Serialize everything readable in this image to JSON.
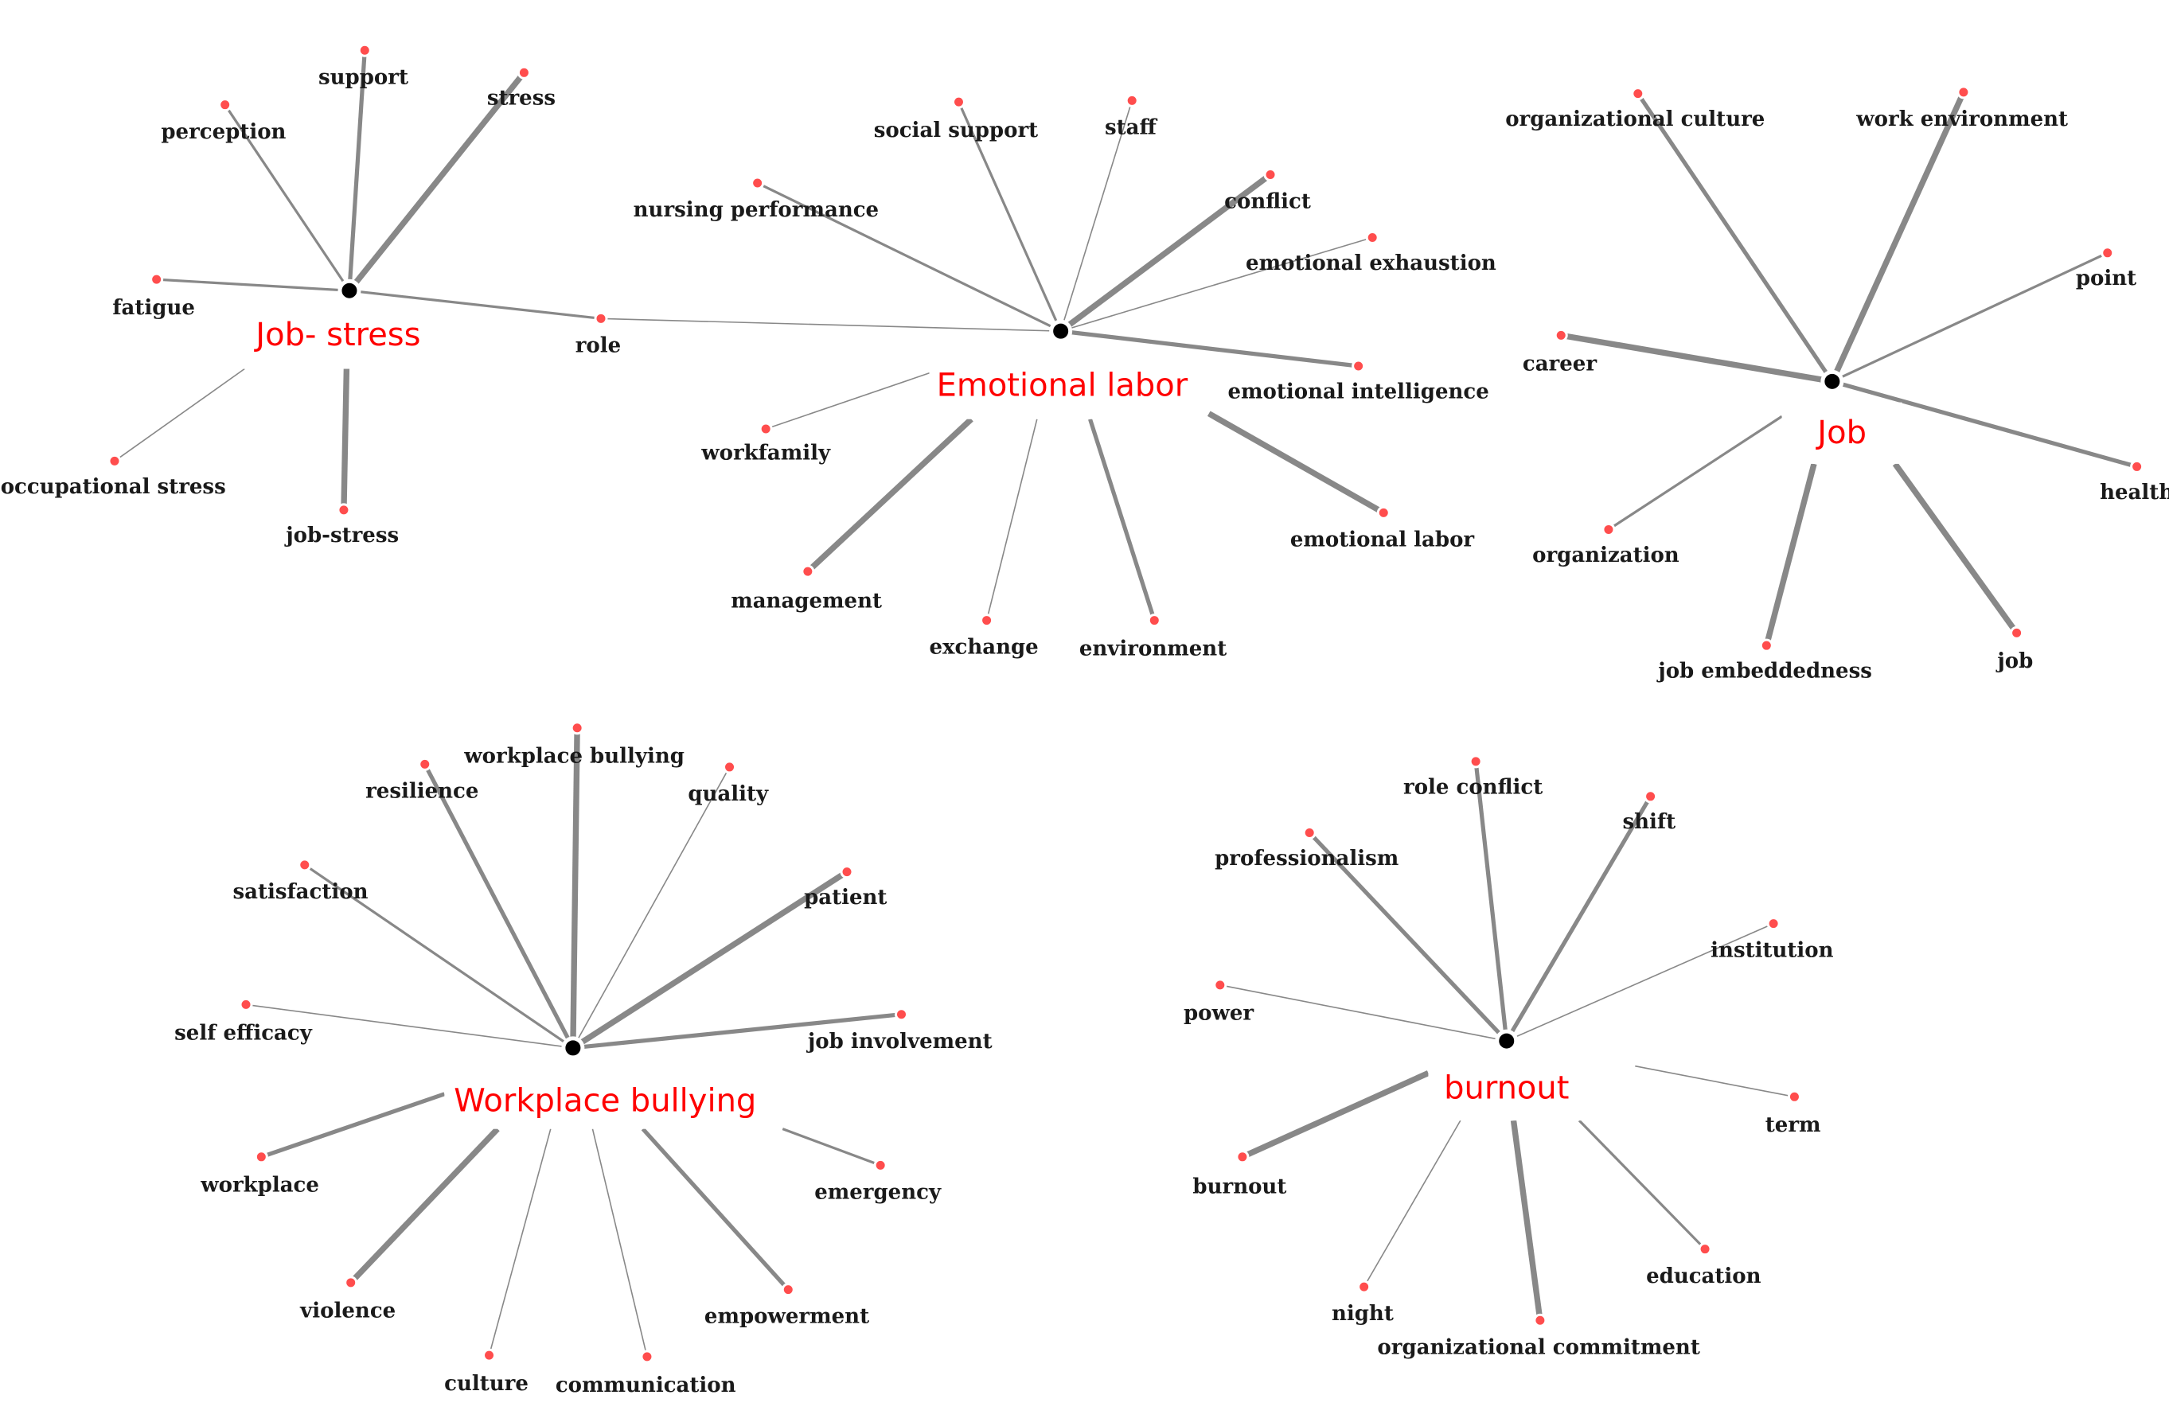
{
  "accent_color": "#ff0000",
  "clusters": [
    {
      "id": "job-stress",
      "title": "Job- stress",
      "keywords": [
        {
          "label": "support",
          "weight": 3
        },
        {
          "label": "stress",
          "weight": 4
        },
        {
          "label": "perception",
          "weight": 2
        },
        {
          "label": "fatigue",
          "weight": 2
        },
        {
          "label": "role",
          "weight": 2
        },
        {
          "label": "occupational stress",
          "weight": 1
        },
        {
          "label": "job-stress",
          "weight": 4
        }
      ]
    },
    {
      "id": "emotional-labor",
      "title": "Emotional labor",
      "keywords": [
        {
          "label": "social support",
          "weight": 2
        },
        {
          "label": "staff",
          "weight": 1
        },
        {
          "label": "nursing performance",
          "weight": 2
        },
        {
          "label": "conflict",
          "weight": 4
        },
        {
          "label": "emotional exhaustion",
          "weight": 1
        },
        {
          "label": "emotional intelligence",
          "weight": 3
        },
        {
          "label": "workfamily",
          "weight": 1
        },
        {
          "label": "emotional labor",
          "weight": 4
        },
        {
          "label": "management",
          "weight": 4
        },
        {
          "label": "exchange",
          "weight": 1
        },
        {
          "label": "environment",
          "weight": 3
        }
      ]
    },
    {
      "id": "job",
      "title": "Job",
      "keywords": [
        {
          "label": "organizational culture",
          "weight": 3
        },
        {
          "label": "work environment",
          "weight": 4
        },
        {
          "label": "point",
          "weight": 2
        },
        {
          "label": "career",
          "weight": 4
        },
        {
          "label": "health",
          "weight": 3
        },
        {
          "label": "organization",
          "weight": 2
        },
        {
          "label": "job embeddedness",
          "weight": 4
        },
        {
          "label": "job",
          "weight": 4
        }
      ]
    },
    {
      "id": "workplace-bullying",
      "title": "Workplace bullying",
      "keywords": [
        {
          "label": "workplace bullying",
          "weight": 4
        },
        {
          "label": "resilience",
          "weight": 3
        },
        {
          "label": "quality",
          "weight": 1
        },
        {
          "label": "satisfaction",
          "weight": 2
        },
        {
          "label": "patient",
          "weight": 4
        },
        {
          "label": "self efficacy",
          "weight": 1
        },
        {
          "label": "job involvement",
          "weight": 3
        },
        {
          "label": "workplace",
          "weight": 3
        },
        {
          "label": "emergency",
          "weight": 2
        },
        {
          "label": "violence",
          "weight": 4
        },
        {
          "label": "culture",
          "weight": 1
        },
        {
          "label": "communication",
          "weight": 1
        },
        {
          "label": "empowerment",
          "weight": 3
        }
      ]
    },
    {
      "id": "burnout",
      "title": "burnout",
      "keywords": [
        {
          "label": "role conflict",
          "weight": 3
        },
        {
          "label": "shift",
          "weight": 3
        },
        {
          "label": "professionalism",
          "weight": 3
        },
        {
          "label": "institution",
          "weight": 1
        },
        {
          "label": "power",
          "weight": 1
        },
        {
          "label": "term",
          "weight": 1
        },
        {
          "label": "burnout",
          "weight": 4
        },
        {
          "label": "education",
          "weight": 2
        },
        {
          "label": "night",
          "weight": 1
        },
        {
          "label": "organizational commitment",
          "weight": 4
        }
      ]
    }
  ]
}
